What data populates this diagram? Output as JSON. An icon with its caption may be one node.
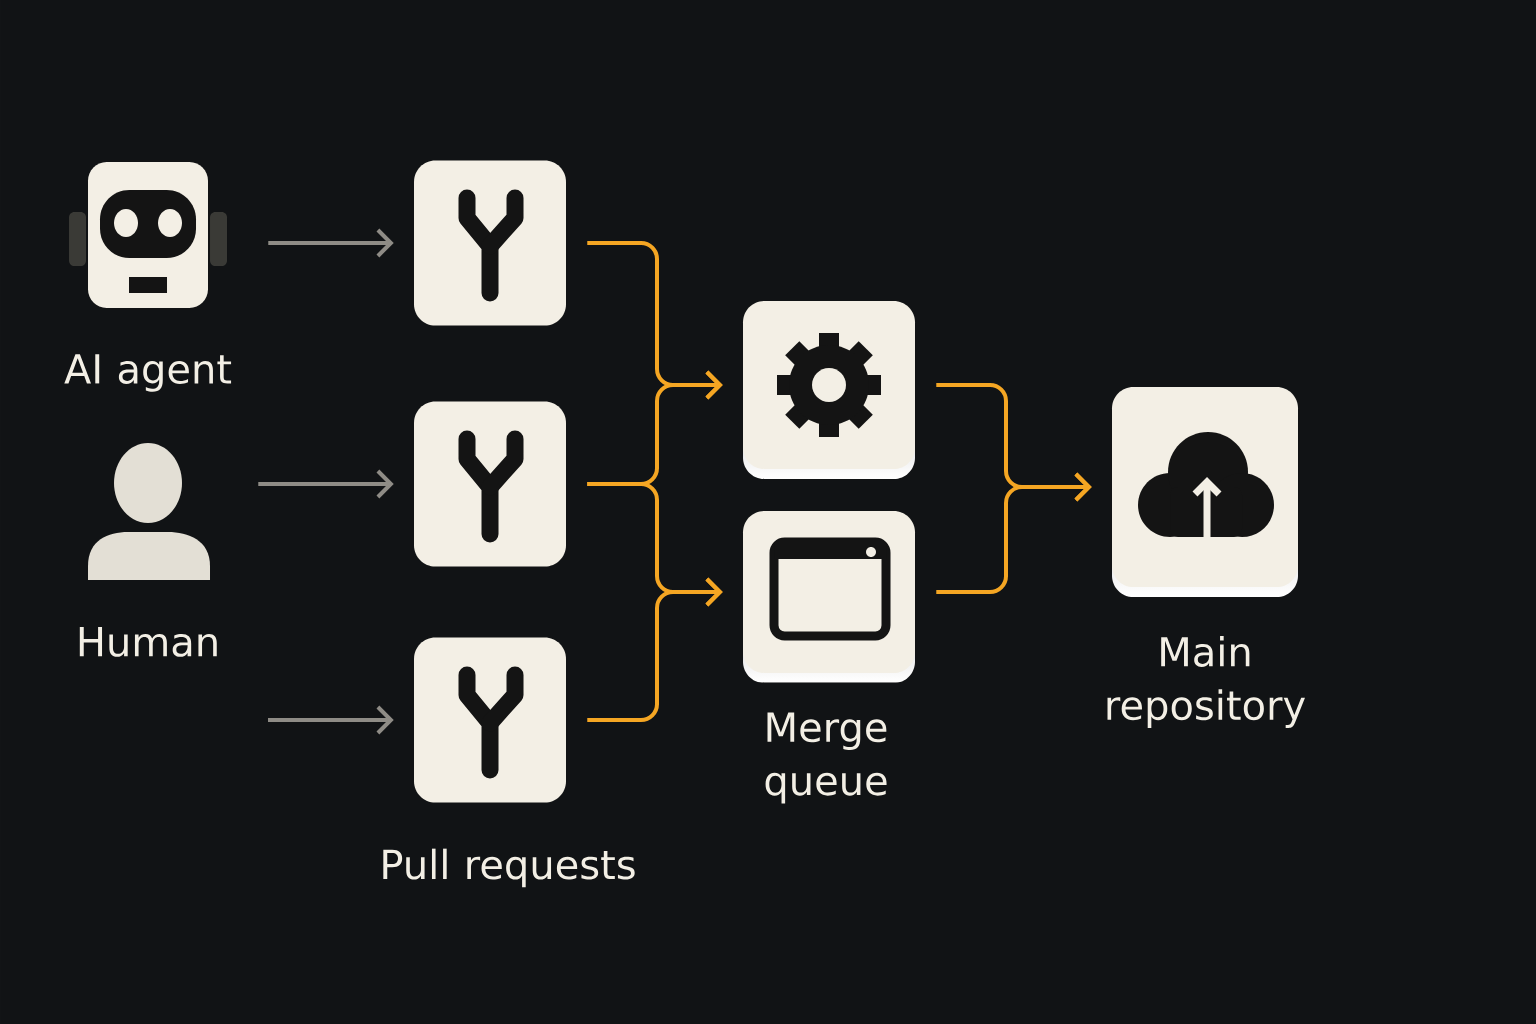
{
  "diagram": {
    "nodes": [
      {
        "text": [
          "AI agent"
        ]
      },
      {
        "text": [
          "Human"
        ]
      },
      {
        "text": [],
        "shape": "box"
      },
      {
        "text": [],
        "shape": "box"
      },
      {
        "text": [],
        "shape": "box"
      },
      {
        "text": [],
        "shape": "box"
      },
      {
        "text": [],
        "shape": "box"
      },
      {
        "text": [
          "Main repository"
        ]
      }
    ],
    "edges": [
      {
        "from": 0,
        "to": 2,
        "arrow": "to",
        "color": "#8f8c86"
      },
      {
        "from": 1,
        "to": 3,
        "arrow": "to",
        "color": "#8f8c86"
      },
      {
        "from": null,
        "to": 4,
        "arrow": "to",
        "color": "#8f8c86"
      },
      {
        "from": 2,
        "to": 5,
        "arrow": "to"
      },
      {
        "from": 3,
        "to": 5,
        "arrow": "to"
      },
      {
        "from": 3,
        "to": 6,
        "arrow": "to"
      },
      {
        "from": 4,
        "to": 6,
        "arrow": "to"
      },
      {
        "from": 5,
        "to": 7,
        "arrow": "to"
      },
      {
        "from": 6,
        "to": 7,
        "arrow": "to"
      }
    ],
    "labels": [
      "Pull requests",
      "Merge queue"
    ]
  }
}
